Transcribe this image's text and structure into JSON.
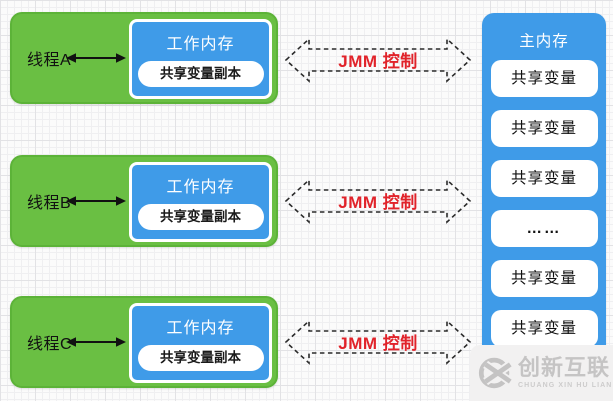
{
  "colors": {
    "green": "#6abf43",
    "green-border": "#5cb338",
    "blue": "#3f9be8",
    "red": "#e1232a",
    "stroke": "#222222",
    "gray-logo": "#c5c4c4"
  },
  "threads": [
    {
      "label": "线程A",
      "working_memory": "工作内存",
      "shared_copy": "共享变量副本"
    },
    {
      "label": "线程B",
      "working_memory": "工作内存",
      "shared_copy": "共享变量副本"
    },
    {
      "label": "线程C",
      "working_memory": "工作内存",
      "shared_copy": "共享变量副本"
    }
  ],
  "jmm_control": {
    "label": "JMM 控制"
  },
  "main_memory": {
    "title": "主内存",
    "slots": [
      "共享变量",
      "共享变量",
      "共享变量",
      "……",
      "共享变量",
      "共享变量"
    ]
  },
  "watermark": {
    "title": "创新互联",
    "subtitle": "CHUANG XIN HU LIAN"
  },
  "icons": {
    "thread_link": "bidirectional-arrow-icon",
    "jmm_arrow": "jmm-control-dashed-arrow-icon",
    "logo": "chuangxin-logo-icon"
  }
}
